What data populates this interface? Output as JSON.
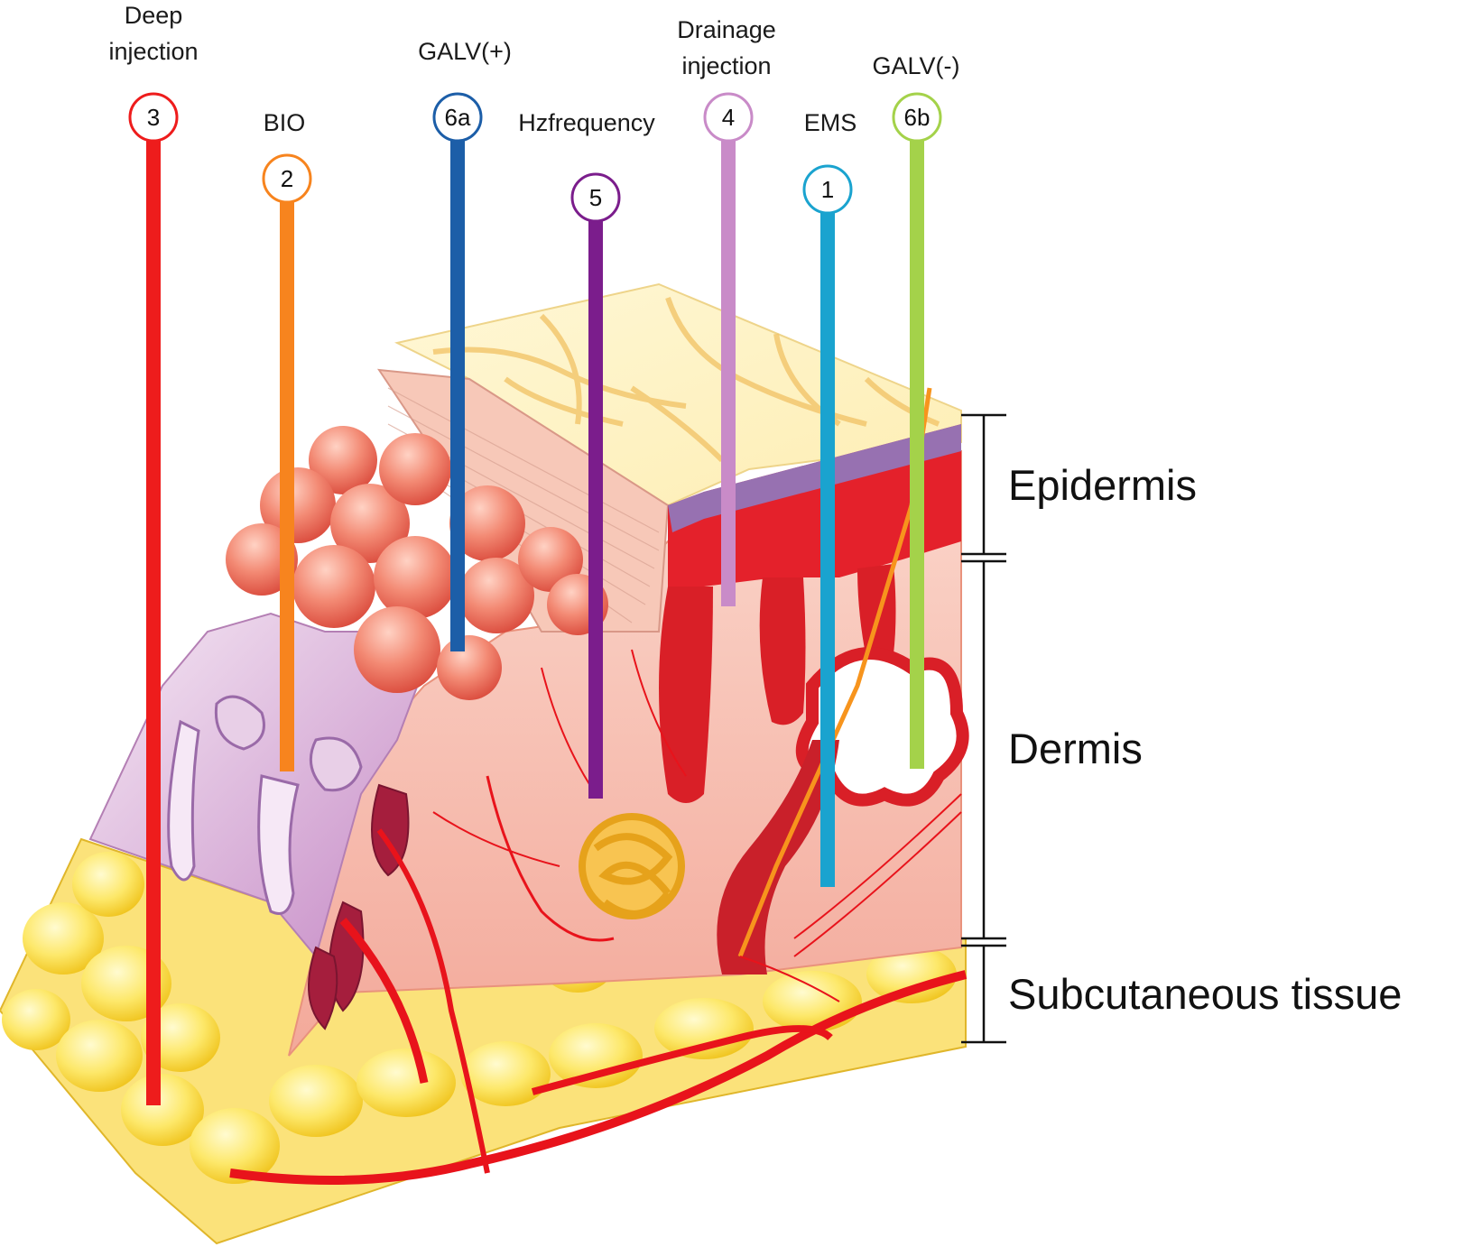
{
  "probes": [
    {
      "id": "3",
      "label_lines": [
        "Deep",
        "injection"
      ],
      "color": "#ee1c1c"
    },
    {
      "id": "2",
      "label_lines": [
        "BIO"
      ],
      "color": "#f7841e"
    },
    {
      "id": "6a",
      "label_lines": [
        "GALV(+)"
      ],
      "color": "#1c5ea8"
    },
    {
      "id": "5",
      "label_lines": [
        "Hzfrequency"
      ],
      "color": "#7b1d8c"
    },
    {
      "id": "4",
      "label_lines": [
        "Drainage",
        "injection"
      ],
      "color": "#c98bc8"
    },
    {
      "id": "1",
      "label_lines": [
        "EMS"
      ],
      "color": "#1aa3cf"
    },
    {
      "id": "6b",
      "label_lines": [
        "GALV(-)"
      ],
      "color": "#a4d24a"
    }
  ],
  "layers": [
    {
      "name": "Epidermis"
    },
    {
      "name": "Dermis"
    },
    {
      "name": "Subcutaneous tissue"
    }
  ]
}
